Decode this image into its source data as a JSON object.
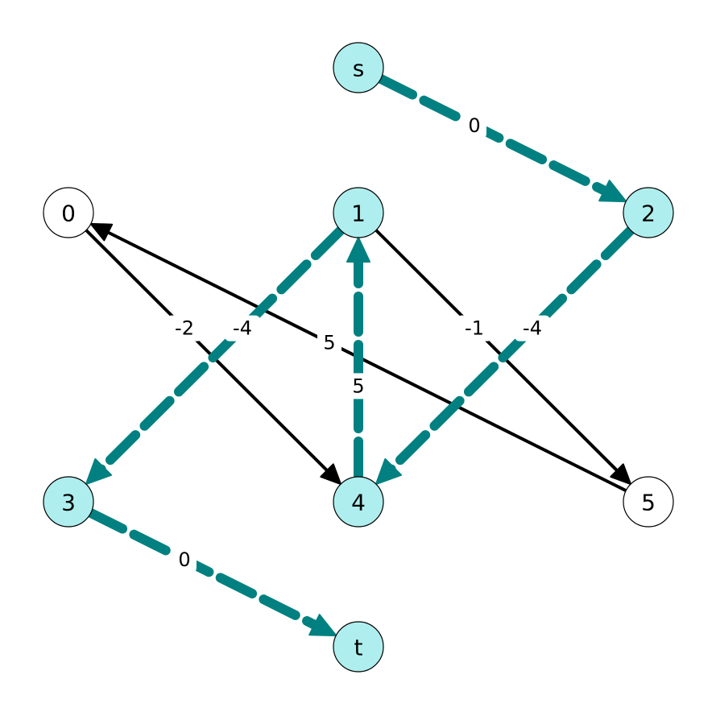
{
  "colors": {
    "highlight": "#008080",
    "node_highlight": "#afeeee",
    "node_plain": "#ffffff",
    "edge_plain": "#000000",
    "outline": "#000000"
  },
  "nodes": [
    {
      "id": "s",
      "label": "s",
      "highlighted": true
    },
    {
      "id": "0",
      "label": "0",
      "highlighted": false
    },
    {
      "id": "1",
      "label": "1",
      "highlighted": true
    },
    {
      "id": "2",
      "label": "2",
      "highlighted": true
    },
    {
      "id": "3",
      "label": "3",
      "highlighted": true
    },
    {
      "id": "4",
      "label": "4",
      "highlighted": true
    },
    {
      "id": "5",
      "label": "5",
      "highlighted": false
    },
    {
      "id": "t",
      "label": "t",
      "highlighted": true
    }
  ],
  "edges": [
    {
      "from": "s",
      "to": "2",
      "weight": "0",
      "highlighted": true
    },
    {
      "from": "0",
      "to": "4",
      "weight": "-2",
      "highlighted": false
    },
    {
      "from": "5",
      "to": "0",
      "weight": "5",
      "highlighted": false
    },
    {
      "from": "1",
      "to": "5",
      "weight": "-1",
      "highlighted": false
    },
    {
      "from": "1",
      "to": "3",
      "weight": "-4",
      "highlighted": true
    },
    {
      "from": "2",
      "to": "4",
      "weight": "-4",
      "highlighted": true
    },
    {
      "from": "4",
      "to": "1",
      "weight": "5",
      "highlighted": true
    },
    {
      "from": "3",
      "to": "t",
      "weight": "0",
      "highlighted": true
    }
  ]
}
